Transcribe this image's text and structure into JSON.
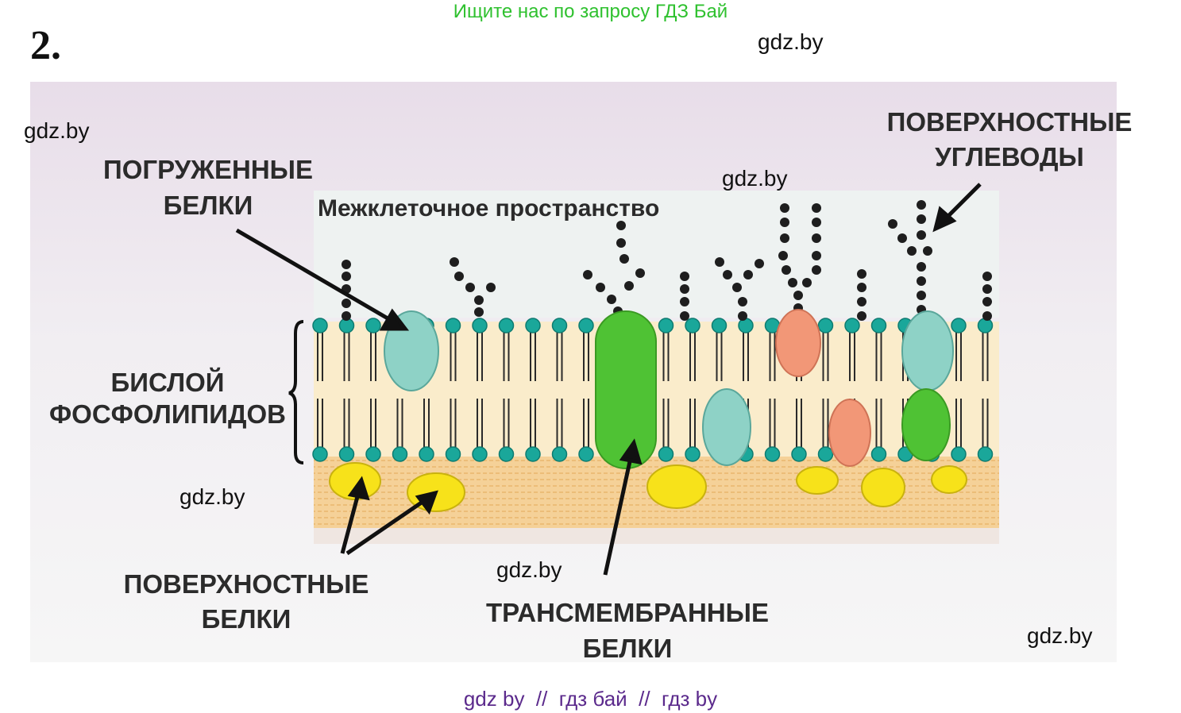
{
  "banner": "Ищите нас по запросу ГДЗ Бай",
  "task_number": "2.",
  "watermarks": [
    "gdz.by",
    "gdz.by",
    "gdz.by",
    "gdz.by",
    "gdz.by",
    "gdz.by"
  ],
  "diagram": {
    "labels": {
      "intercellular_space": "Межклеточное пространство",
      "immersed_proteins": [
        "ПОГРУЖЕННЫЕ",
        "БЕЛКИ"
      ],
      "surface_carbohydrates": [
        "ПОВЕРХНОСТНЫЕ",
        "УГЛЕВОДЫ"
      ],
      "phospholipid_bilayer": [
        "БИСЛОЙ",
        "ФОСФОЛИПИДОВ"
      ],
      "surface_proteins": [
        "ПОВЕРХНОСТНЫЕ",
        "БЕЛКИ"
      ],
      "transmembrane_proteins": [
        "ТРАНСМЕМБРАННЫЕ",
        "БЕЛКИ"
      ]
    },
    "colors": {
      "phospholipid_head": "#1aa79a",
      "bilayer_fill": "#faeccb",
      "cytoplasm_fill": "#f5d198",
      "protein_teal": "#8ed2c6",
      "protein_green": "#4fc234",
      "protein_salmon": "#f29777",
      "protein_yellow": "#f7e21a",
      "carbohydrate": "#1e1e1e"
    }
  },
  "footer": "gdz by  //  гдз бай  //  гдз by"
}
